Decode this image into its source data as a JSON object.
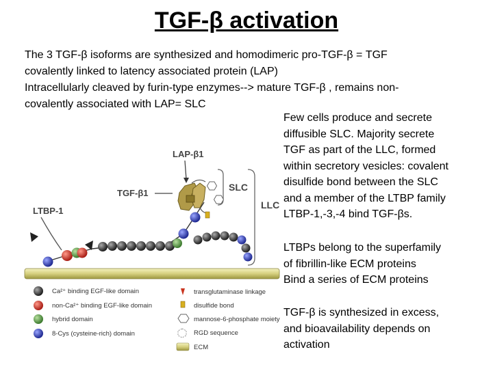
{
  "title": "TGF-β activation",
  "intro": [
    "The 3 TGF-β isoforms are synthesized and homodimeric pro-TGF-β = TGF",
    "covalently linked to latency associated protein (LAP)",
    "Intracellularly cleaved by furin-type enzymes--> mature TGF-β , remains non-",
    "covalently associated with LAP= SLC"
  ],
  "para1": [
    "Few cells produce and secrete",
    "diffusible SLC. Majority secrete",
    "TGF as part of the LLC, formed",
    "within secretory vesicles: covalent",
    "disulfide bond between the SLC",
    "and a member of the LTBP family",
    "LTBP-1,-3,-4 bind TGF-βs."
  ],
  "para2": [
    "LTBPs belong to the superfamily",
    "of fibrillin-like ECM proteins",
    "Bind a series of ECM proteins"
  ],
  "para3": [
    "TGF-β is synthesized in excess,",
    "and bioavailability depends on",
    "activation"
  ],
  "diagram": {
    "label_lap": "LAP-β1",
    "label_tgf": "TGF-β1",
    "label_ltbp": "LTBP-1",
    "label_slc": "SLC",
    "label_llc": "LLC",
    "legend_left": [
      "Ca²⁺ binding EGF-like domain",
      "non-Ca²⁺ binding EGF-like domain",
      "hybrid domain",
      "8-Cys (cysteine-rich) domain"
    ],
    "legend_right": [
      "transglutaminase linkage",
      "disulfide bond",
      "mannose-6-phosphate moiety",
      "RGD sequence",
      "ECM"
    ]
  },
  "colors": {
    "ca_egf": "#3a3a3a",
    "nonca_egf": "#d0302a",
    "hybrid": "#5f9e4e",
    "cys8": "#3a45b8",
    "ecm": "#d8d48a",
    "lap": "#b09a48"
  }
}
